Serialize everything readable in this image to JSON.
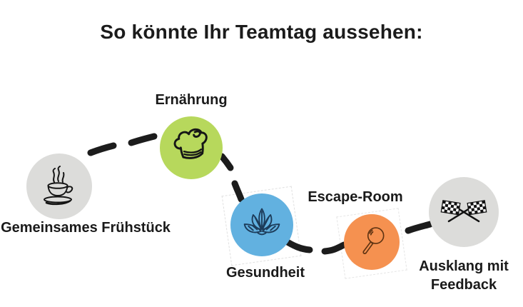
{
  "title": "So könnte Ihr Teamtag aussehen:",
  "colors": {
    "background": "#ffffff",
    "text": "#1a1a1a",
    "connector": "#1c1c1c",
    "gray_circle": "#dcdcda",
    "green_circle": "#b7d85c",
    "blue_circle": "#62b1e0",
    "orange_circle": "#f59150",
    "lotus_stroke": "#1d3c5a",
    "magnifier_stroke": "#5e3312"
  },
  "steps": [
    {
      "label": "Gemeinsames Frühstück",
      "icon": "coffee-cup-icon",
      "circle_color": "#dcdcda",
      "label_position": "below"
    },
    {
      "label": "Ernährung",
      "icon": "chef-hat-icon",
      "circle_color": "#b7d85c",
      "label_position": "above"
    },
    {
      "label": "Gesundheit",
      "icon": "lotus-icon",
      "circle_color": "#62b1e0",
      "label_position": "below"
    },
    {
      "label": "Escape-Room",
      "icon": "magnifier-icon",
      "circle_color": "#f59150",
      "label_position": "above"
    },
    {
      "label": "Ausklang mit Feedback",
      "icon": "finish-flags-icon",
      "circle_color": "#dcdcda",
      "label_position": "below"
    }
  ]
}
